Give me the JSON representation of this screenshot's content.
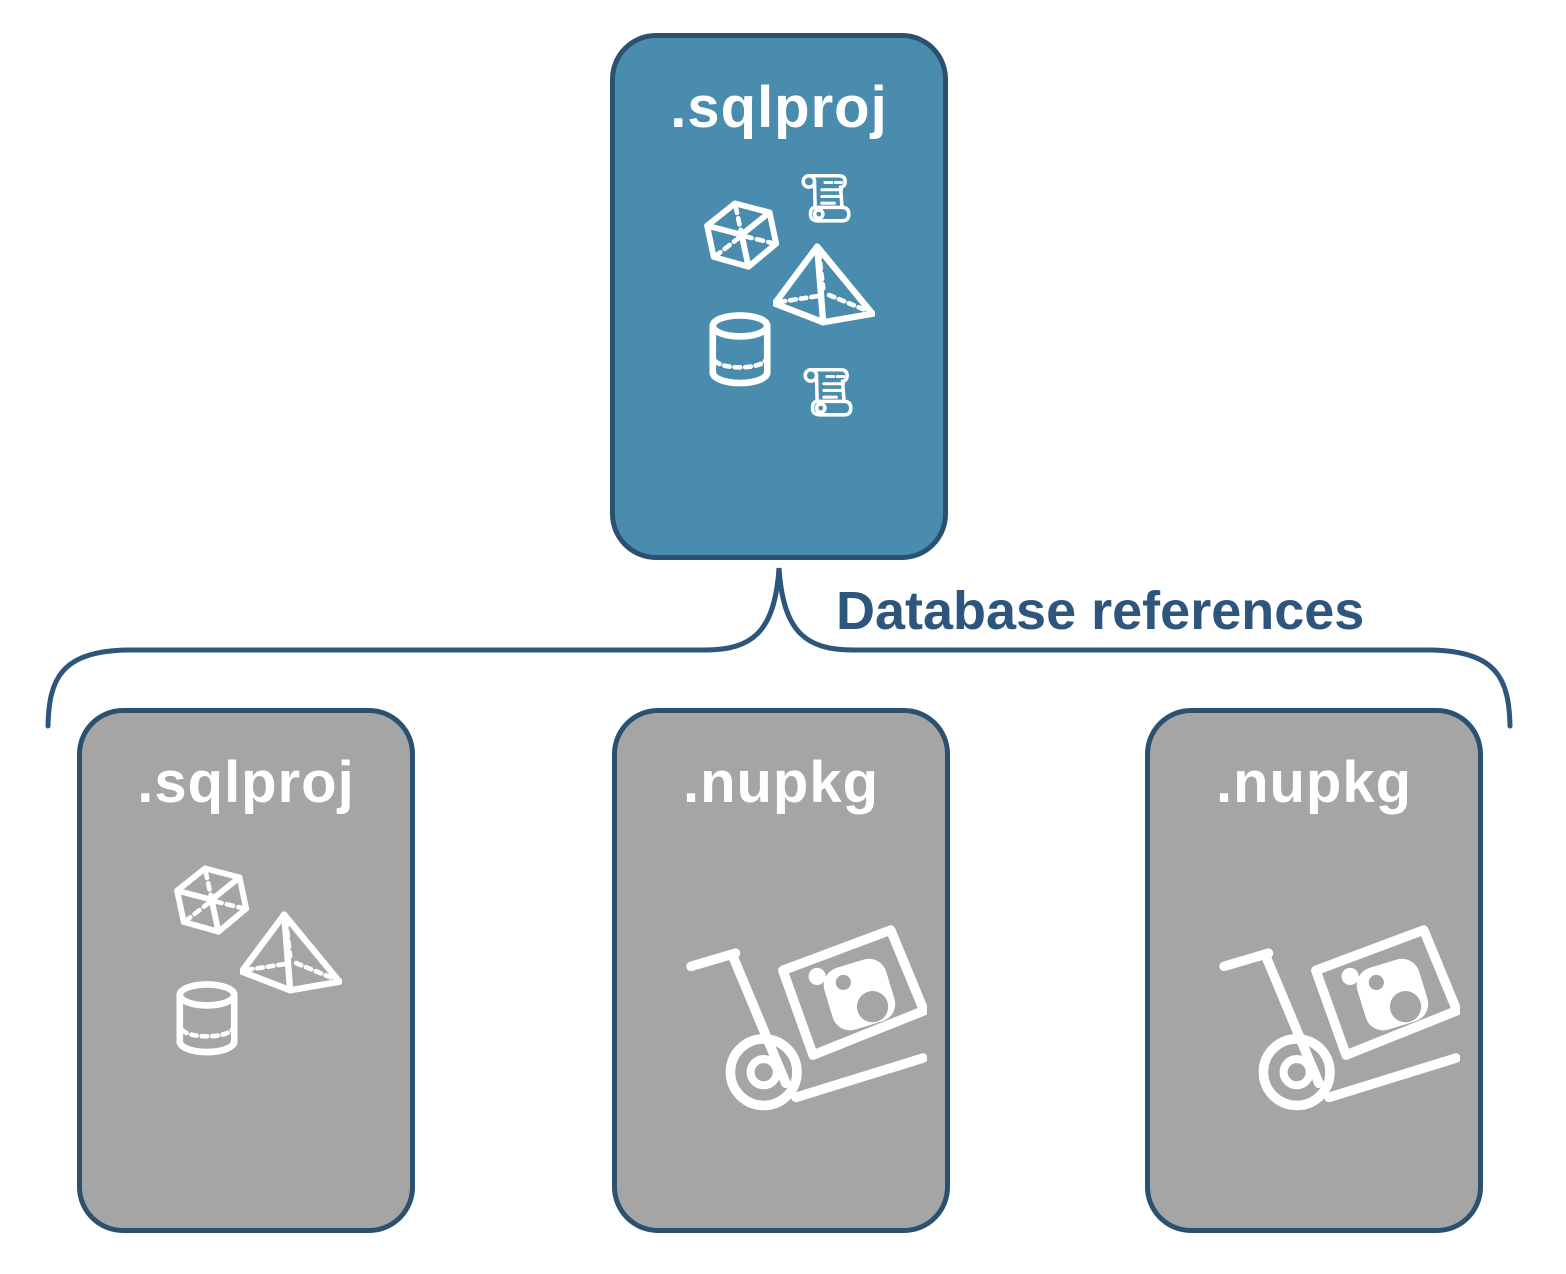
{
  "connector": {
    "label": "Database references"
  },
  "nodes": {
    "root": {
      "label": ".sqlproj"
    },
    "children": [
      {
        "label": ".sqlproj"
      },
      {
        "label": ".nupkg"
      },
      {
        "label": ".nupkg"
      }
    ]
  },
  "icons": {
    "cube": "cube-icon",
    "pyramid": "pyramid-icon",
    "cylinder": "cylinder-icon",
    "script": "script-scroll-icon",
    "nuget_dolly": "nuget-package-dolly-icon"
  },
  "colors": {
    "accent_blue": "#4A8CAD",
    "node_gray": "#A5A5A5",
    "border_navy": "#2A5170",
    "label_navy": "#2E567D",
    "icon_white": "#FFFFFF",
    "background": "#FFFFFF"
  }
}
